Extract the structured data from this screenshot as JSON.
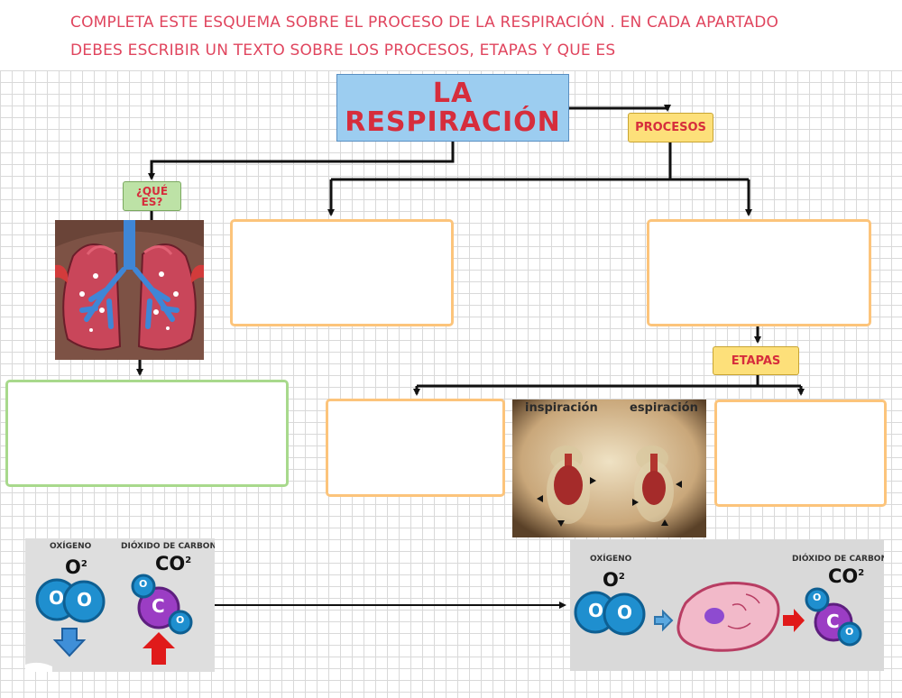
{
  "instructions": {
    "line1": "COMPLETA ESTE ESQUEMA SOBRE EL PROCESO DE LA RESPIRACIÓN . EN CADA APARTADO",
    "line2": "DEBES ESCRIBIR UN TEXTO SOBRE LOS PROCESOS, ETAPAS  Y QUE ES"
  },
  "title": {
    "line1": "LA",
    "line2": "RESPIRACIÓN"
  },
  "tags": {
    "procesos": "PROCESOS",
    "que_line1": "¿QUÉ",
    "que_line2": "ES?",
    "etapas": "ETAPAS"
  },
  "resp_image": {
    "left_label": "inspiración",
    "right_label": "espiración"
  },
  "gas_left": {
    "oxygen_label": "OXÍGENO",
    "oxygen_formula": "O",
    "oxygen_sup": "2",
    "co2_label": "DIÓXIDO DE CARBONO",
    "co2_formula": "CO",
    "co2_sup": "2",
    "atom_o": "O",
    "atom_c": "C"
  },
  "gas_right": {
    "oxygen_label": "OXÍGENO",
    "oxygen_formula": "O",
    "oxygen_sup": "2",
    "co2_label": "DIÓXIDO DE CARBONO",
    "co2_formula": "CO",
    "co2_sup": "2",
    "atom_o": "O",
    "atom_c": "C"
  },
  "colors": {
    "instruction_text": "#e0455e",
    "title_fill": "#9ccdf0",
    "title_text": "#d62d3c",
    "tag_yellow": "#fde07a",
    "tag_green": "#bde2a6",
    "box_orange_border": "#fcc47b",
    "box_green_border": "#a8d98c"
  }
}
